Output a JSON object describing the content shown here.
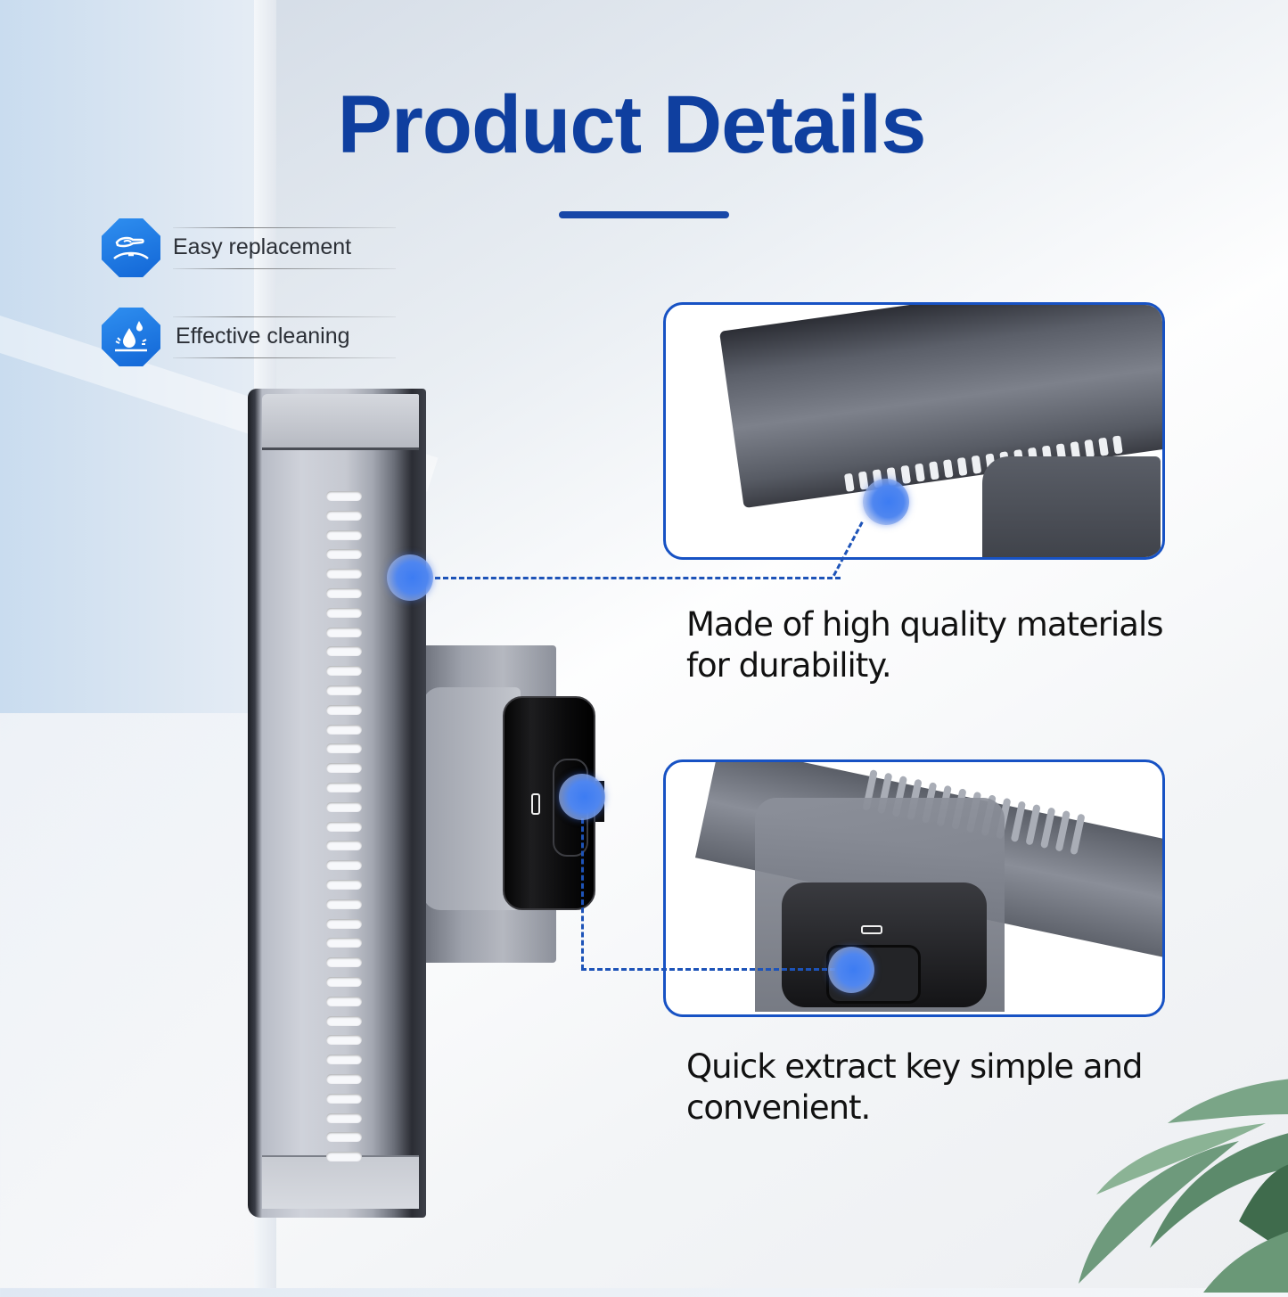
{
  "header": {
    "title": "Product Details"
  },
  "features": [
    {
      "icon": "hand-replace-icon",
      "label": "Easy replacement"
    },
    {
      "icon": "water-drops-icon",
      "label": "Effective cleaning"
    }
  ],
  "callouts": [
    {
      "description_line1": "Made of high quality materials",
      "description_line2": "for durability."
    },
    {
      "description_line1": "Quick extract key simple and",
      "description_line2": "convenient."
    }
  ],
  "colors": {
    "title": "#0f3f9f",
    "accent": "#1752c4",
    "dot": "#3d7cf2",
    "badge": "#1a72e0",
    "text": "#111111"
  }
}
